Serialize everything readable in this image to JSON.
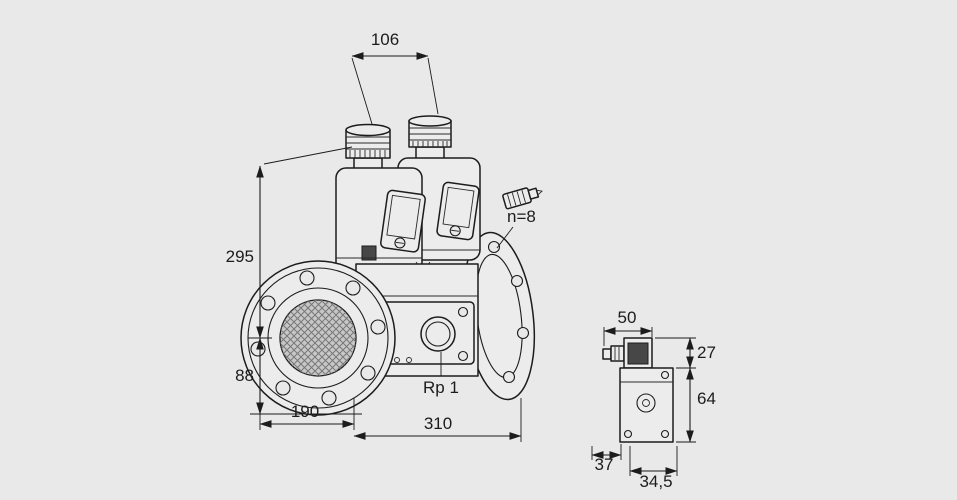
{
  "meta": {
    "background_color": "#e9e9e9",
    "line_color": "#1c1c1c",
    "drawing_type": "dimensional technical drawing of a double solenoid gas valve"
  },
  "main_view": {
    "dim_top_width": "106",
    "dim_height_upper": "295",
    "dim_height_lower": "88",
    "dim_flange_width": "190",
    "dim_total_width": "310",
    "port_label": "Rp 1",
    "bolt_count_note": "n=8"
  },
  "side_view": {
    "dim_top_width": "50",
    "dim_connector_height": "27",
    "dim_body_height": "64",
    "dim_depth": "37",
    "dim_bottom_width": "34,5"
  }
}
